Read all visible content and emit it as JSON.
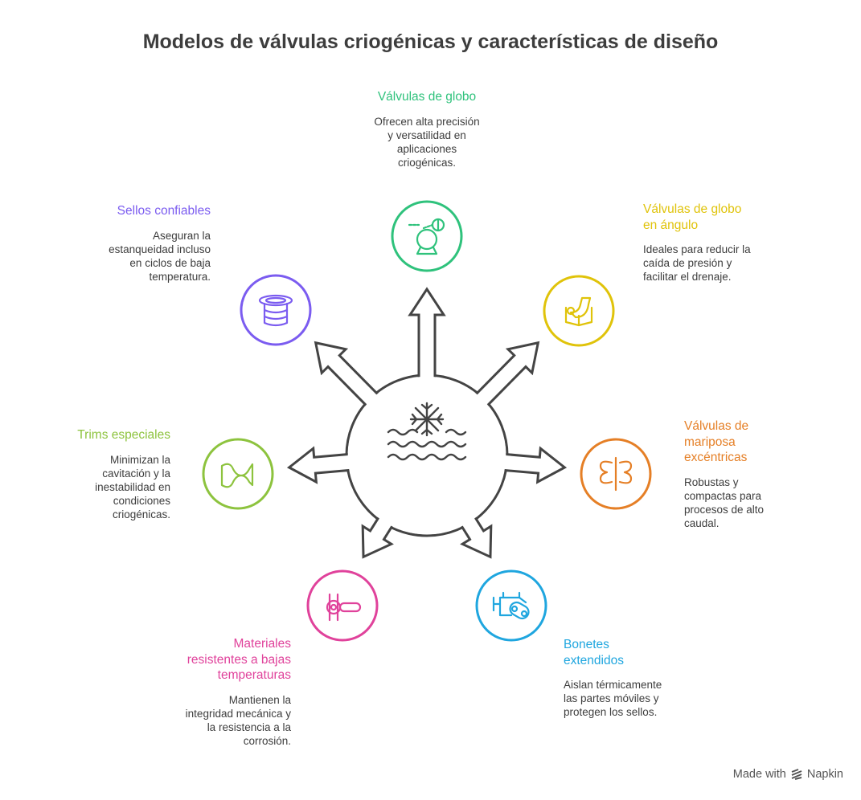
{
  "title": "Modelos de válvulas criogénicas y características de diseño",
  "center_icon": "snowflake-waves-icon",
  "items": [
    {
      "name": "globo",
      "title": [
        "Válvulas de globo"
      ],
      "desc": [
        "Ofrecen alta precisión",
        "y versatilidad en",
        "aplicaciones",
        "criogénicas."
      ],
      "color": "#2fc27c",
      "icon": "globe-valve-icon"
    },
    {
      "name": "angulo",
      "title": [
        "Válvulas de globo",
        "en ángulo"
      ],
      "desc": [
        "Ideales para reducir la",
        "caída de presión y",
        "facilitar el drenaje."
      ],
      "color": "#e0c30a",
      "icon": "angle-pipe-icon"
    },
    {
      "name": "mariposa",
      "title": [
        "Válvulas de",
        "mariposa",
        "excéntricas"
      ],
      "desc": [
        "Robustas y",
        "compactas para",
        "procesos de alto",
        "caudal."
      ],
      "color": "#e57f26",
      "icon": "butterfly-valve-icon"
    },
    {
      "name": "bonetes",
      "title": [
        "Bonetes",
        "extendidos"
      ],
      "desc": [
        "Aislan térmicamente",
        "las partes móviles y",
        "protegen los sellos."
      ],
      "color": "#1fa6df",
      "icon": "engine-bonnet-icon"
    },
    {
      "name": "materiales",
      "title": [
        "Materiales",
        "resistentes a bajas",
        "temperaturas"
      ],
      "desc": [
        "Mantienen la",
        "integridad mecánica y",
        "la resistencia a la",
        "corrosión."
      ],
      "color": "#e0429b",
      "icon": "pipe-valve-icon"
    },
    {
      "name": "trims",
      "title": [
        "Trims especiales"
      ],
      "desc": [
        "Minimizan la",
        "cavitación y la",
        "inestabilidad en",
        "condiciones",
        "criogénicas."
      ],
      "color": "#8dc33e",
      "icon": "trim-flow-icon"
    },
    {
      "name": "sellos",
      "title": [
        "Sellos confiables"
      ],
      "desc": [
        "Aseguran la",
        "estanqueidad incluso",
        "en ciclos de baja",
        "temperatura."
      ],
      "color": "#7b5cf0",
      "icon": "seal-cylinder-icon"
    }
  ],
  "brand": {
    "prefix": "Made with",
    "name": "Napkin"
  }
}
